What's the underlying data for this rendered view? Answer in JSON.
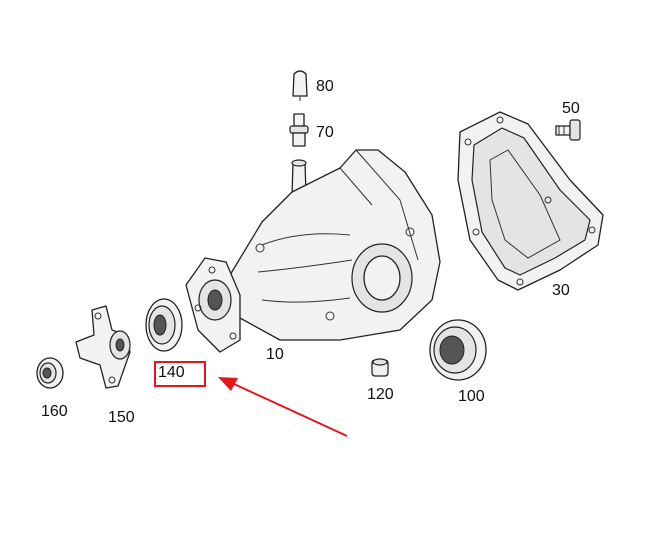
{
  "parts": {
    "p10": "10",
    "p30": "30",
    "p50": "50",
    "p70": "70",
    "p80": "80",
    "p100": "100",
    "p120": "120",
    "p140": "140",
    "p150": "150",
    "p160": "160"
  },
  "highlight": {
    "part": "140",
    "box_color": "#e8141b",
    "arrow_color": "#e8141b"
  }
}
